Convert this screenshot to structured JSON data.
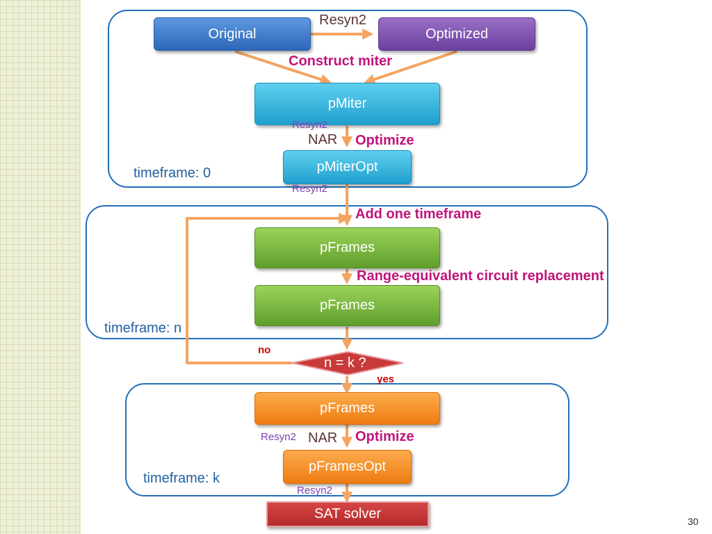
{
  "nodes": {
    "original": "Original",
    "optimized": "Optimized",
    "pmiter": "pMiter",
    "pmiteropt": "pMiterOpt",
    "pframes1": "pFrames",
    "pframes2": "pFrames",
    "decision": "n = k ?",
    "pframes3": "pFrames",
    "pframesopt": "pFramesOpt",
    "sat": "SAT solver"
  },
  "labels": {
    "resyn2_top": "Resyn2",
    "construct_miter": "Construct miter",
    "resyn2_a": "Resyn2",
    "nar_1": "NAR",
    "optimize_1": "Optimize",
    "resyn2_b": "Resyn2",
    "add_one_timeframe": "Add one timeframe",
    "range_equivalent": "Range-equivalent circuit replacement",
    "no": "no",
    "yes": "yes",
    "resyn2_c": "Resyn2",
    "nar_2": "NAR",
    "optimize_2": "Optimize",
    "resyn2_d": "Resyn2"
  },
  "timeframes": {
    "t0": "timeframe:  0",
    "tn": "timeframe:  n",
    "tk": "timeframe:  k"
  },
  "page_number": "30",
  "colors": {
    "frame": "#1f6fb8",
    "arrow": "#f4a460",
    "label_magenta": "#c0147a",
    "label_red": "#cc0000",
    "resyn_purple": "#7a3fb0"
  }
}
